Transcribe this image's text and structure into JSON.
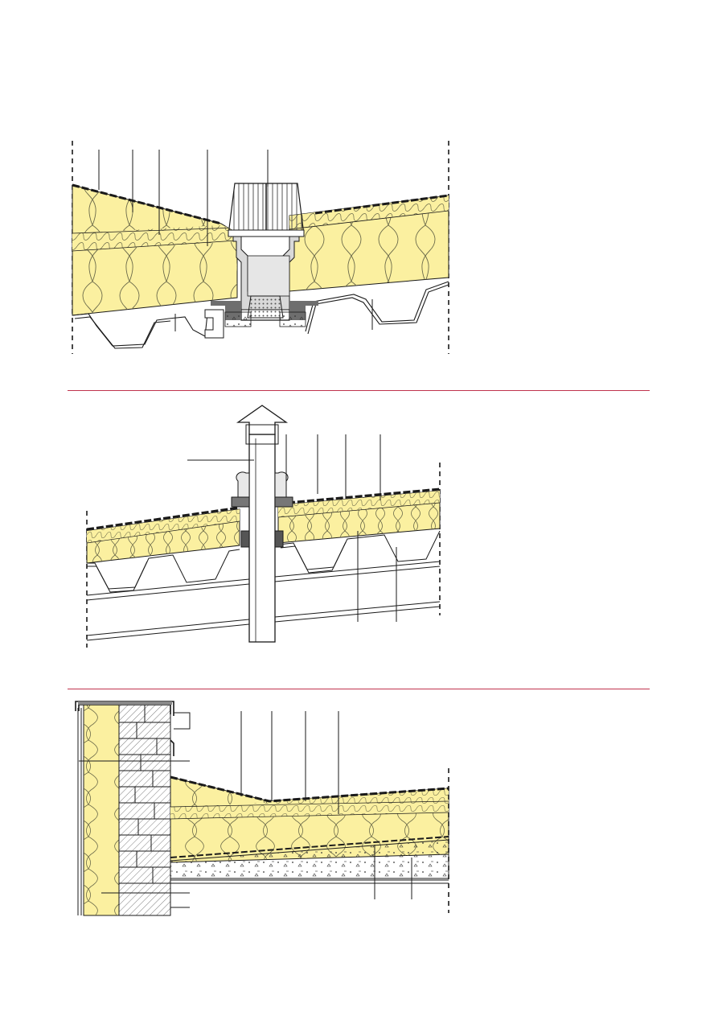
{
  "colors": {
    "insulation": "#FBF0A0",
    "insulation_stroke": "#6b6a4a",
    "line": "#1a1a1a",
    "steel_deck": "#ffffff",
    "outlet_body": "#d9d9d9",
    "outlet_dark": "#6e6e6e",
    "concrete": "#ffffff",
    "brick": "#ffffff",
    "divider": "#c0334d",
    "membrane": "#1a1a1a"
  },
  "sections": [
    {
      "name": "roof-drain-detail",
      "description_visible": false
    },
    {
      "name": "pipe-penetration-detail",
      "description_visible": false
    },
    {
      "name": "parapet-edge-detail",
      "description_visible": false
    }
  ]
}
